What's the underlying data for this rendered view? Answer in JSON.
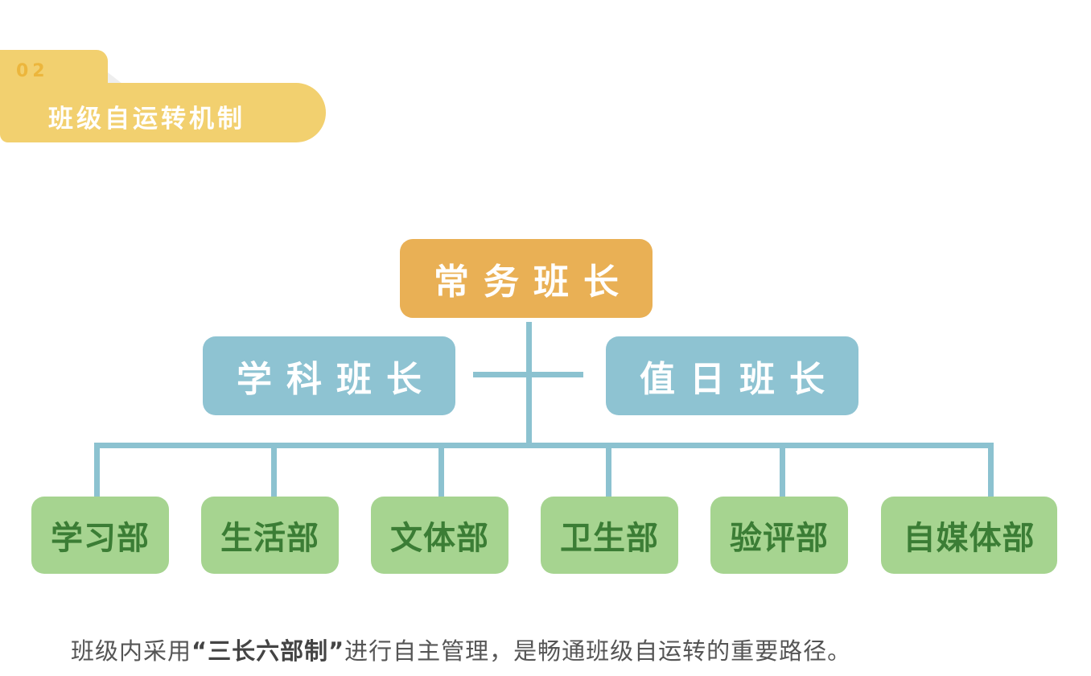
{
  "section": {
    "number": "02",
    "title": "班级自运转机制"
  },
  "org_chart": {
    "top": "常务班长",
    "middle_left": "学科班长",
    "middle_right": "值日班长",
    "departments": [
      "学习部",
      "生活部",
      "文体部",
      "卫生部",
      "验评部",
      "自媒体部"
    ]
  },
  "caption": {
    "before": "班级内采用",
    "highlight": "“三长六部制”",
    "after": "进行自主管理，是畅通班级自运转的重要路径。"
  },
  "colors": {
    "tag": "#f2d06f",
    "top_node": "#e9b055",
    "mid_node": "#8ec3d2",
    "dept_node": "#a6d490",
    "connector": "#8cc2d0"
  }
}
